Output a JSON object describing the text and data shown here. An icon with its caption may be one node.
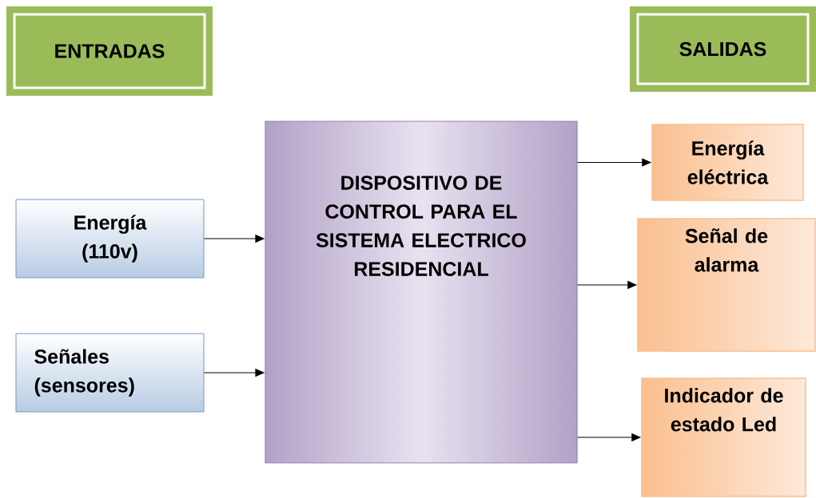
{
  "diagram": {
    "nodes": [
      {
        "text": [
          "ENTRADAS"
        ]
      },
      {
        "text": [
          "SALIDAS"
        ]
      },
      {
        "text": [
          "Energía (110v)"
        ]
      },
      {
        "text": [
          "Señales (sensores)"
        ]
      },
      {
        "text": [
          "DISPOSITIVO DE CONTROL PARA EL SISTEMA ELECTRICO RESIDENCIAL"
        ]
      },
      {
        "text": [
          "Energía eléctrica"
        ]
      },
      {
        "text": [
          "Señal de alarma"
        ]
      },
      {
        "text": [
          "Indicador de estado Led"
        ]
      }
    ],
    "edges": [
      {
        "from": 2,
        "to": 4,
        "arrow": "to"
      },
      {
        "from": 3,
        "to": 4,
        "arrow": "to"
      },
      {
        "from": 4,
        "to": 5,
        "arrow": "to"
      },
      {
        "from": 4,
        "to": 6,
        "arrow": "to"
      },
      {
        "from": 4,
        "to": 7,
        "arrow": "to"
      }
    ]
  }
}
